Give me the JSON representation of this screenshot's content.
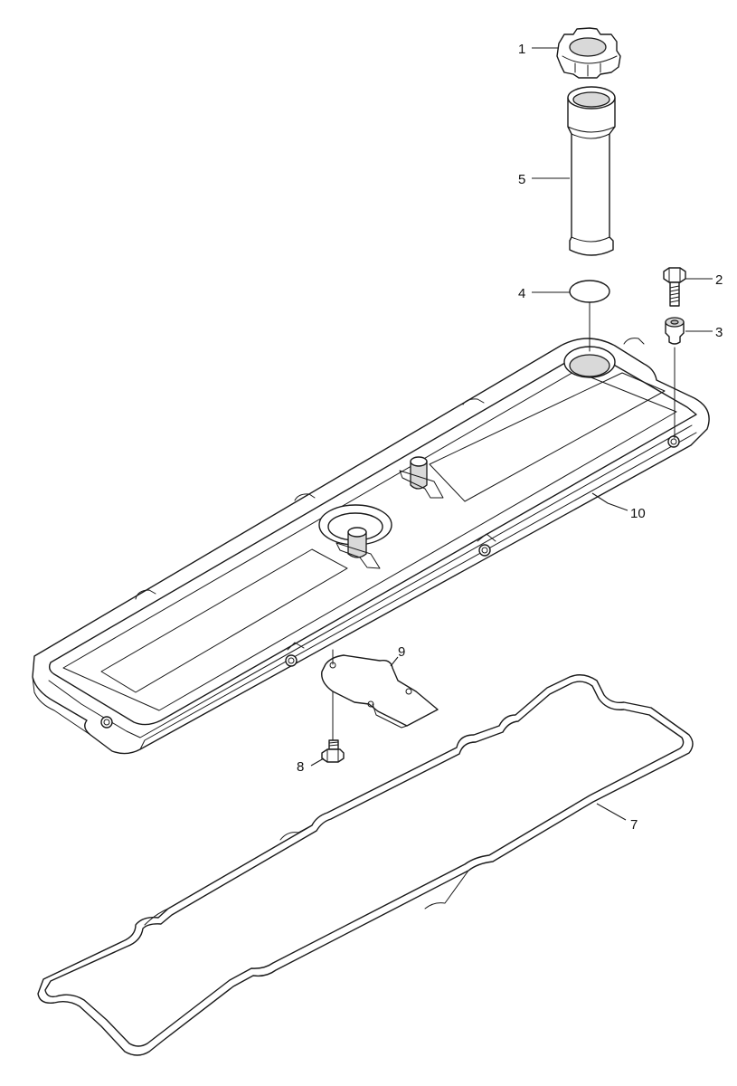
{
  "callouts": {
    "c1": "1",
    "c2": "2",
    "c3": "3",
    "c4": "4",
    "c5": "5",
    "c7": "7",
    "c8": "8",
    "c9": "9",
    "c10": "10"
  },
  "colors": {
    "line": "#1a1a1a",
    "shade": "#d9d9d9",
    "dark_shade": "#bdbdbd",
    "background": "#ffffff"
  }
}
